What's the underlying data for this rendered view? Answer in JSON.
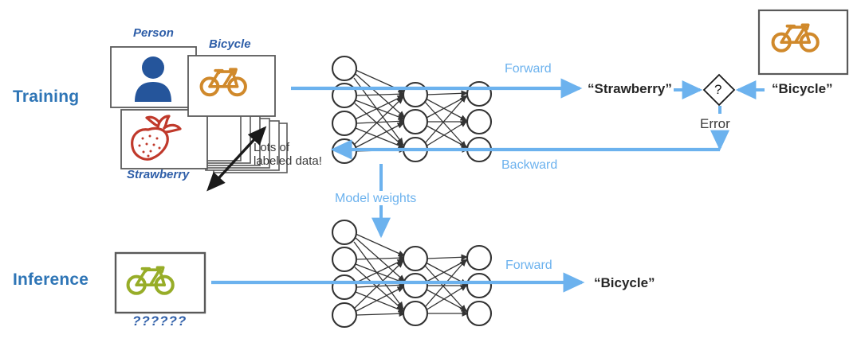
{
  "diagram": {
    "title_training": "Training",
    "title_inference": "Inference",
    "palette": {
      "accent_blue": "#6CB2EE",
      "label_blue": "#2E75B6",
      "caption_blue": "#2E5EA8",
      "bicycle_orange": "#D0892B",
      "person_blue": "#25559B",
      "strawberry_red": "#C0392B",
      "bicycle_green": "#97AD28",
      "card_border": "#595959",
      "node_stroke": "#333333",
      "text_dark": "#3B3B3B"
    }
  },
  "training": {
    "label": "Training",
    "cards": [
      {
        "caption": "Person",
        "icon": "person-icon",
        "caption_position": "top"
      },
      {
        "caption": "Bicycle",
        "icon": "bicycle-icon",
        "caption_position": "top"
      },
      {
        "caption": "Strawberry",
        "icon": "strawberry-icon",
        "caption_position": "bottom"
      }
    ],
    "stack_note": {
      "line1": "Lots of",
      "line2": "labeled data!",
      "arrow": "double-headed-arrow"
    },
    "flow": {
      "forward_label": "Forward",
      "backward_label": "Backward",
      "model_weights_label": "Model weights"
    },
    "prediction": "“Strawberry”",
    "ground_truth": "“Bicycle”",
    "comparator_symbol": "?",
    "error_label": "Error",
    "truth_image": {
      "icon": "bicycle-icon",
      "color": "#D0892B"
    },
    "network": {
      "layers": [
        {
          "name": "input-layer",
          "nodes": 4
        },
        {
          "name": "hidden-layer",
          "nodes": 3
        },
        {
          "name": "output-layer",
          "nodes": 3
        }
      ]
    }
  },
  "inference": {
    "label": "Inference",
    "input_card": {
      "icon": "bicycle-icon",
      "color": "#97AD28",
      "caption": "??????"
    },
    "flow": {
      "forward_label": "Forward"
    },
    "prediction": "“Bicycle”",
    "network": {
      "layers": [
        {
          "name": "input-layer",
          "nodes": 4
        },
        {
          "name": "hidden-layer",
          "nodes": 3
        },
        {
          "name": "output-layer",
          "nodes": 3
        }
      ]
    }
  }
}
